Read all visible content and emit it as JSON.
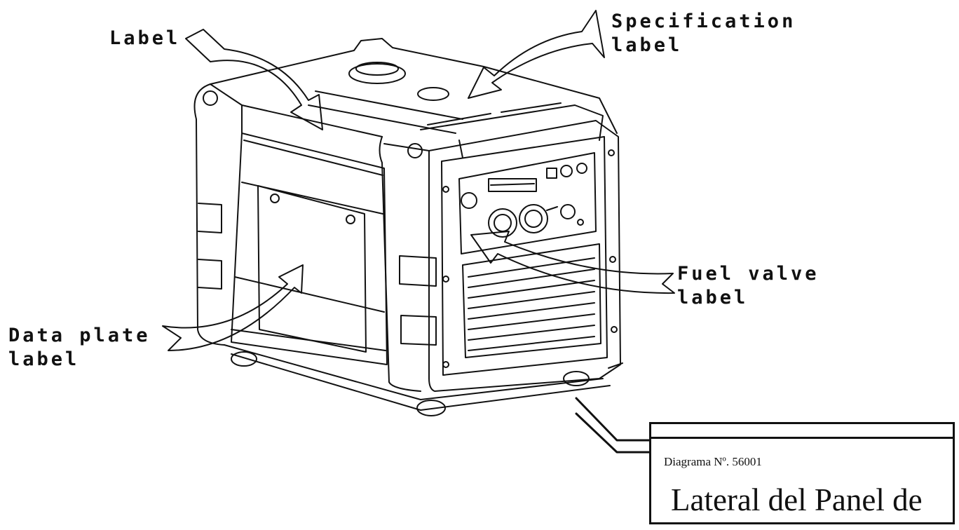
{
  "callouts": {
    "label": "Label",
    "specification": "Specification\nlabel",
    "fuel_valve": "Fuel valve\nlabel",
    "data_plate": "Data plate\nlabel"
  },
  "title_block": {
    "number": "Diagrama Nº. 56001",
    "title": "Lateral del Panel de"
  },
  "colors": {
    "ink": "#111111",
    "background": "#ffffff"
  }
}
